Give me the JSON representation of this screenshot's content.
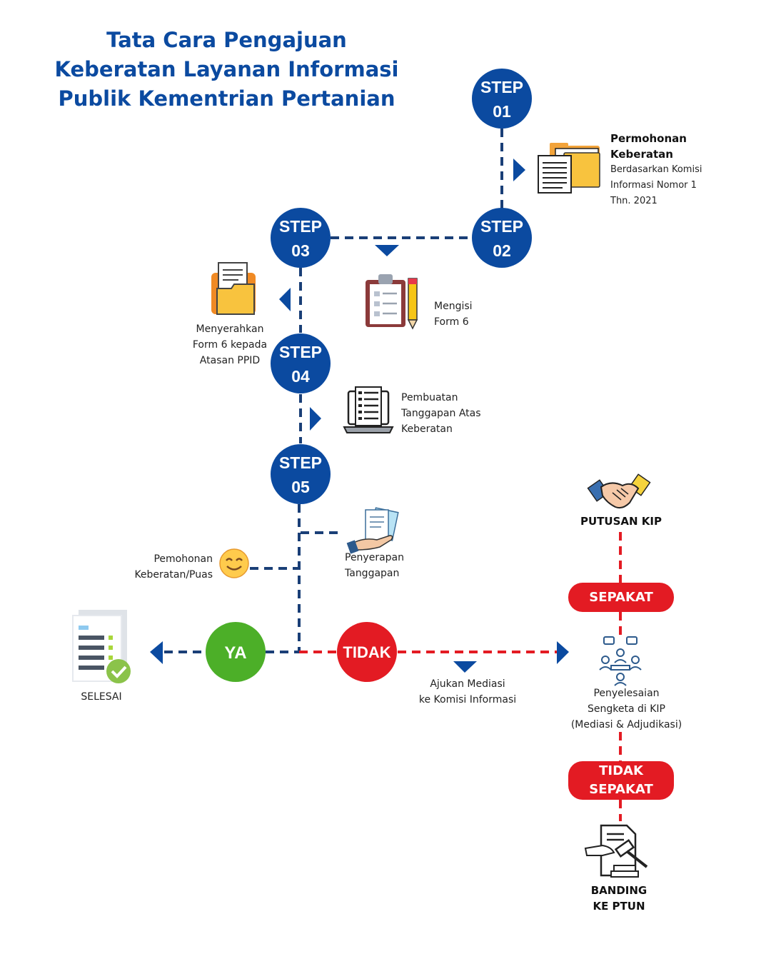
{
  "title": {
    "line1": "Tata Cara Pengajuan",
    "line2": "Keberatan Layanan Informasi",
    "line3": "Publik Kementrian Pertanian"
  },
  "steps": [
    {
      "word": "STEP",
      "num": "01"
    },
    {
      "word": "STEP",
      "num": "02"
    },
    {
      "word": "STEP",
      "num": "03"
    },
    {
      "word": "STEP",
      "num": "04"
    },
    {
      "word": "STEP",
      "num": "05"
    }
  ],
  "notes": {
    "permohonan_title1": "Permohonan",
    "permohonan_title2": "Keberatan",
    "permohonan_desc1": "Berdasarkan Komisi",
    "permohonan_desc2": "Informasi Nomor 1",
    "permohonan_desc3": "Thn. 2021",
    "mengisi1": "Mengisi",
    "mengisi2": "Form 6",
    "menyerahkan1": "Menyerahkan",
    "menyerahkan2": "Form 6 kepada",
    "menyerahkan3": "Atasan PPID",
    "pembuatan1": "Pembuatan",
    "pembuatan2": "Tanggapan Atas",
    "pembuatan3": "Keberatan",
    "penyerapan1": "Penyerapan",
    "penyerapan2": "Tanggapan",
    "puas1": "Pemohonan",
    "puas2": "Keberatan/Puas",
    "selesai": "SELESAI",
    "ajukan1": "Ajukan Mediasi",
    "ajukan2": "ke Komisi Informasi",
    "putusan": "PUTUSAN KIP",
    "penyelesaian1": "Penyelesaian",
    "penyelesaian2": "Sengketa di KIP",
    "penyelesaian3": "(Mediasi & Adjudikasi)",
    "banding1": "BANDING",
    "banding2": "KE PTUN"
  },
  "decisions": {
    "ya": "YA",
    "tidak": "TIDAK"
  },
  "pills": {
    "sepakat": "SEPAKAT",
    "tidak_sepakat1": "TIDAK",
    "tidak_sepakat2": "SEPAKAT"
  },
  "icons": {
    "folder_docs": "folder-documents-icon",
    "clipboard": "clipboard-pencil-icon",
    "folder_paper": "folder-paper-icon",
    "laptop": "laptop-list-icon",
    "hand_papers": "hand-papers-icon",
    "smile": "smile-icon",
    "checklist": "checklist-done-icon",
    "handshake": "handshake-icon",
    "team": "team-meeting-icon",
    "gavel": "gavel-document-icon"
  },
  "colors": {
    "blue": "#0b4aa0",
    "navy": "#1a3f77",
    "red": "#e31b23",
    "green": "#4caf28"
  }
}
